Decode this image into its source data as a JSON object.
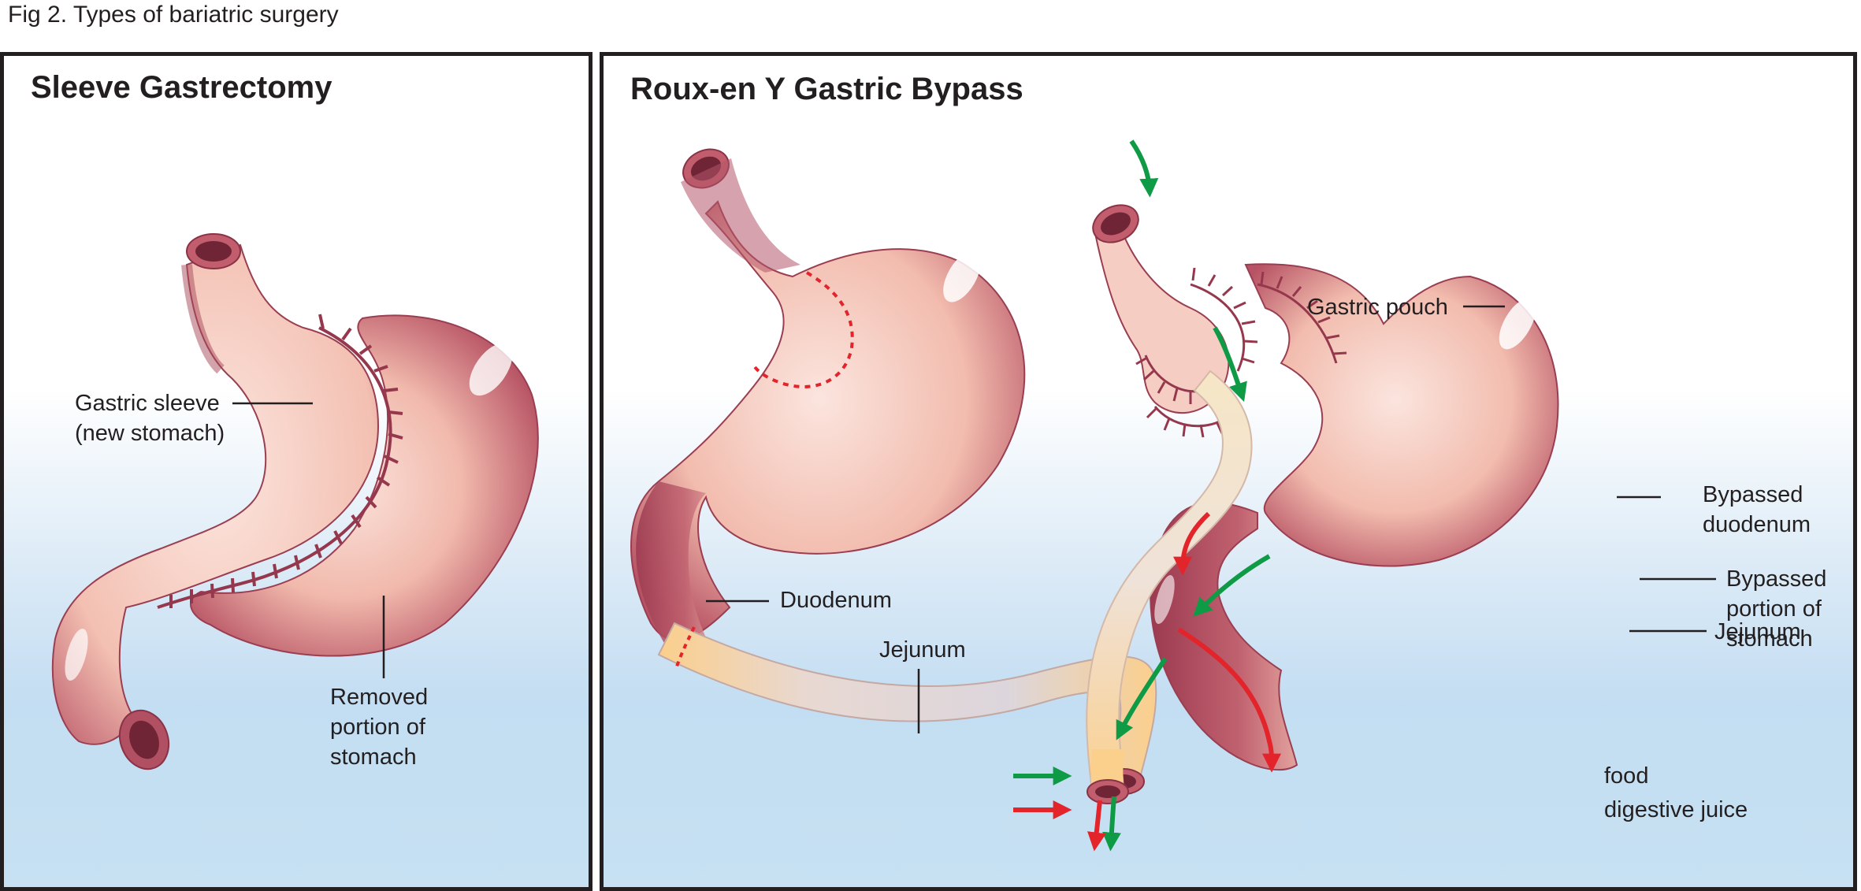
{
  "caption": "Fig 2. Types of bariatric surgery",
  "sleeve": {
    "title": "Sleeve Gastrectomy",
    "label_sleeve_1": "Gastric sleeve",
    "label_sleeve_2": "(new stomach)",
    "label_removed_1": "Removed",
    "label_removed_2": "portion of",
    "label_removed_3": "stomach"
  },
  "bypass": {
    "title": "Roux-en Y Gastric Bypass",
    "label_duodenum": "Duodenum",
    "label_jejunum_before": "Jejunum",
    "label_pouch": "Gastric pouch",
    "label_bypassed_duodenum_1": "Bypassed",
    "label_bypassed_duodenum_2": "duodenum",
    "label_bypassed_stomach_1": "Bypassed",
    "label_bypassed_stomach_2": "portion of",
    "label_bypassed_stomach_3": "stomach",
    "label_jejunum_after": "Jejunum"
  },
  "legend": {
    "food": "food",
    "juice": "digestive juice"
  },
  "colors": {
    "food_arrow": "#0f9a46",
    "juice_arrow": "#e3242b",
    "outline": "#231f20",
    "stitch": "#96384d",
    "cut_line": "#e3242b"
  }
}
